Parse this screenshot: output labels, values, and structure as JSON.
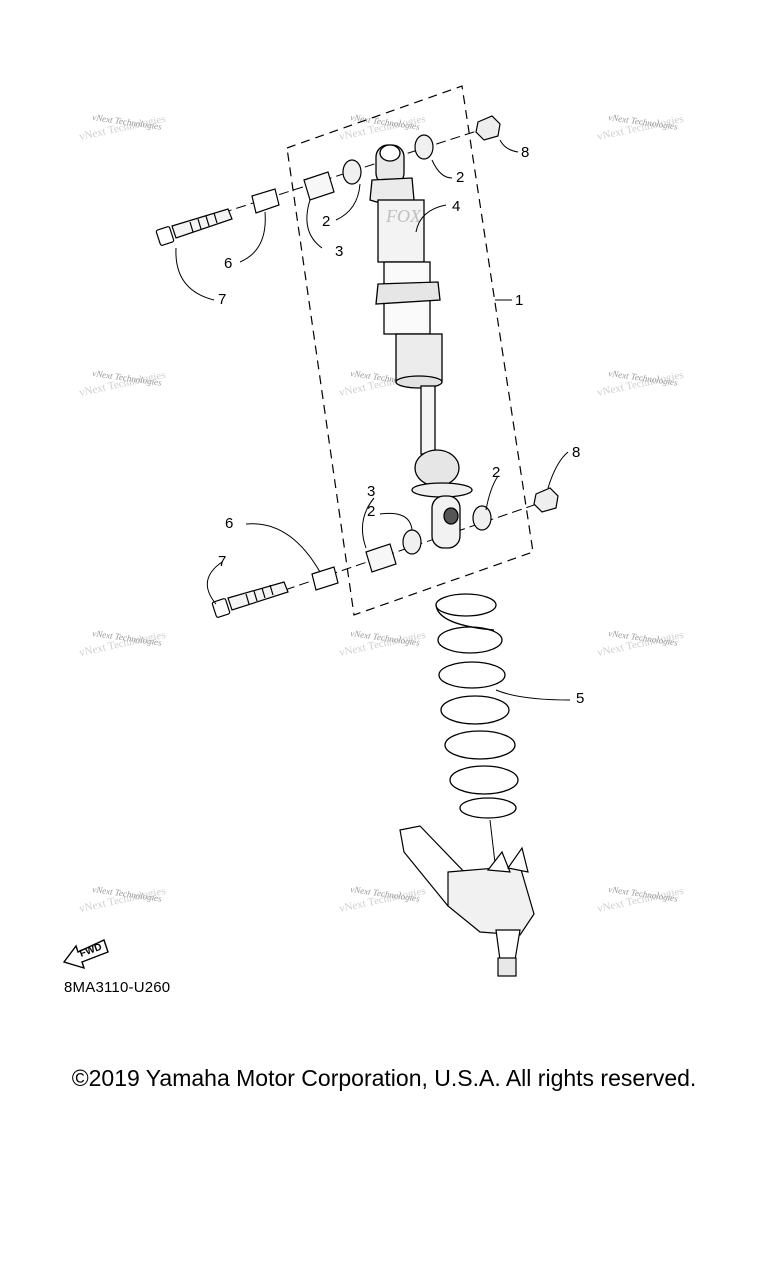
{
  "diagram_code": "8MA3110-U260",
  "copyright": "©2019 Yamaha Motor Corporation, U.S.A. All rights reserved.",
  "watermark_text": "vNext Technologies",
  "fwd_label": "FWD",
  "brand_mark": "FOX",
  "callouts": {
    "c1": "1",
    "c2a": "2",
    "c2b": "2",
    "c2c": "2",
    "c2d": "2",
    "c3a": "3",
    "c3b": "3",
    "c4": "4",
    "c5": "5",
    "c6a": "6",
    "c6b": "6",
    "c7a": "7",
    "c7b": "7",
    "c8a": "8",
    "c8b": "8"
  }
}
